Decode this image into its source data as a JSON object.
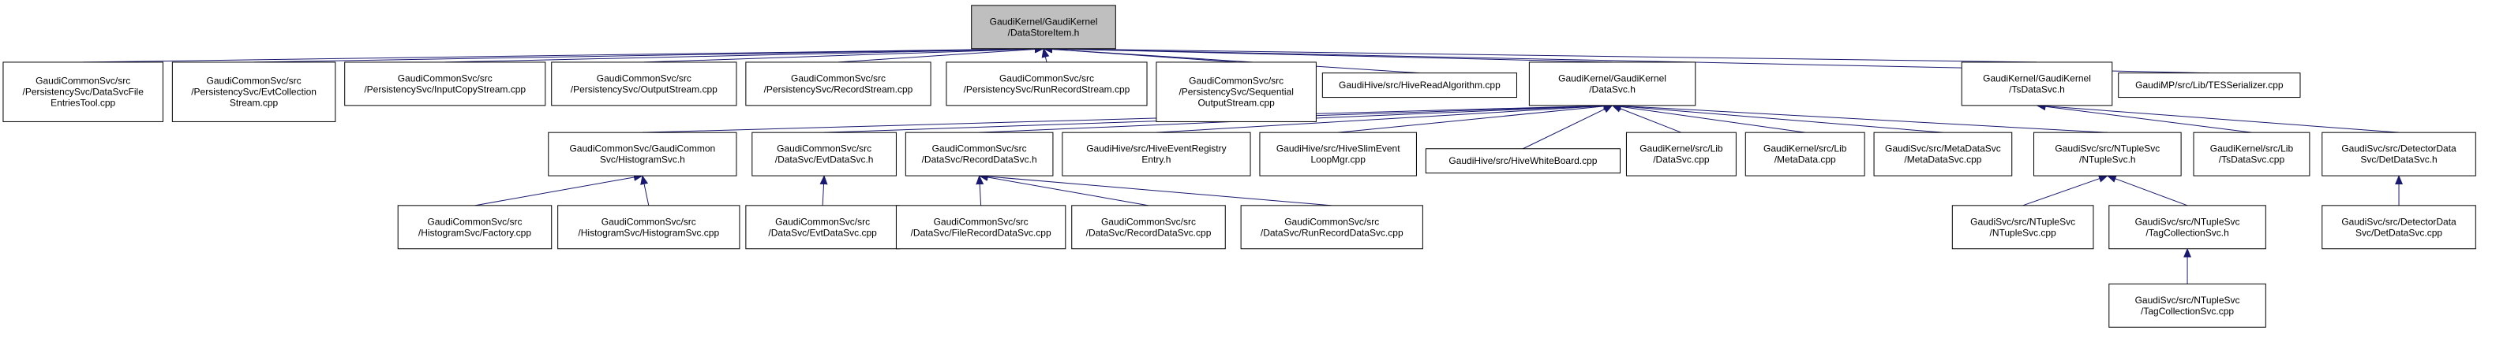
{
  "diagram": {
    "nodes": [
      {
        "id": "root",
        "lines": [
          "GaudiKernel/GaudiKernel",
          "/DataStoreItem.h"
        ],
        "highlight": true
      },
      {
        "id": "n1",
        "lines": [
          "GaudiCommonSvc/src",
          "/PersistencySvc/DataSvcFile",
          "EntriesTool.cpp"
        ]
      },
      {
        "id": "n2",
        "lines": [
          "GaudiCommonSvc/src",
          "/PersistencySvc/EvtCollection",
          "Stream.cpp"
        ]
      },
      {
        "id": "n3",
        "lines": [
          "GaudiCommonSvc/src",
          "/PersistencySvc/InputCopyStream.cpp"
        ]
      },
      {
        "id": "n4",
        "lines": [
          "GaudiCommonSvc/src",
          "/PersistencySvc/OutputStream.cpp"
        ]
      },
      {
        "id": "n5",
        "lines": [
          "GaudiCommonSvc/src",
          "/PersistencySvc/RecordStream.cpp"
        ]
      },
      {
        "id": "n6",
        "lines": [
          "GaudiCommonSvc/src",
          "/PersistencySvc/RunRecordStream.cpp"
        ]
      },
      {
        "id": "n7",
        "lines": [
          "GaudiCommonSvc/src",
          "/PersistencySvc/Sequential",
          "OutputStream.cpp"
        ]
      },
      {
        "id": "n8",
        "lines": [
          "GaudiHive/src/HiveReadAlgorithm.cpp"
        ]
      },
      {
        "id": "n9",
        "lines": [
          "GaudiKernel/GaudiKernel",
          "/DataSvc.h"
        ]
      },
      {
        "id": "n10",
        "lines": [
          "GaudiKernel/GaudiKernel",
          "/TsDataSvc.h"
        ]
      },
      {
        "id": "n11",
        "lines": [
          "GaudiMP/src/Lib/TESSerializer.cpp"
        ]
      },
      {
        "id": "n12",
        "lines": [
          "GaudiCommonSvc/GaudiCommon",
          "Svc/HistogramSvc.h"
        ]
      },
      {
        "id": "n13",
        "lines": [
          "GaudiCommonSvc/src",
          "/DataSvc/EvtDataSvc.h"
        ]
      },
      {
        "id": "n14",
        "lines": [
          "GaudiCommonSvc/src",
          "/DataSvc/RecordDataSvc.h"
        ]
      },
      {
        "id": "n15",
        "lines": [
          "GaudiHive/src/HiveEventRegistry",
          "Entry.h"
        ]
      },
      {
        "id": "n16",
        "lines": [
          "GaudiHive/src/HiveSlimEvent",
          "LoopMgr.cpp"
        ]
      },
      {
        "id": "n17",
        "lines": [
          "GaudiHive/src/HiveWhiteBoard.cpp"
        ]
      },
      {
        "id": "n18",
        "lines": [
          "GaudiKernel/src/Lib",
          "/DataSvc.cpp"
        ]
      },
      {
        "id": "n19",
        "lines": [
          "GaudiKernel/src/Lib",
          "/MetaData.cpp"
        ]
      },
      {
        "id": "n20",
        "lines": [
          "GaudiSvc/src/MetaDataSvc",
          "/MetaDataSvc.cpp"
        ]
      },
      {
        "id": "n21",
        "lines": [
          "GaudiSvc/src/NTupleSvc",
          "/NTupleSvc.h"
        ]
      },
      {
        "id": "n22",
        "lines": [
          "GaudiKernel/src/Lib",
          "/TsDataSvc.cpp"
        ]
      },
      {
        "id": "n23",
        "lines": [
          "GaudiSvc/src/DetectorData",
          "Svc/DetDataSvc.h"
        ]
      },
      {
        "id": "n24",
        "lines": [
          "GaudiCommonSvc/src",
          "/HistogramSvc/Factory.cpp"
        ]
      },
      {
        "id": "n25",
        "lines": [
          "GaudiCommonSvc/src",
          "/HistogramSvc/HistogramSvc.cpp"
        ]
      },
      {
        "id": "n26",
        "lines": [
          "GaudiCommonSvc/src",
          "/DataSvc/EvtDataSvc.cpp"
        ]
      },
      {
        "id": "n27",
        "lines": [
          "GaudiCommonSvc/src",
          "/DataSvc/FileRecordDataSvc.cpp"
        ]
      },
      {
        "id": "n28",
        "lines": [
          "GaudiCommonSvc/src",
          "/DataSvc/RecordDataSvc.cpp"
        ]
      },
      {
        "id": "n29",
        "lines": [
          "GaudiCommonSvc/src",
          "/DataSvc/RunRecordDataSvc.cpp"
        ]
      },
      {
        "id": "n30",
        "lines": [
          "GaudiSvc/src/NTupleSvc",
          "/NTupleSvc.cpp"
        ]
      },
      {
        "id": "n31",
        "lines": [
          "GaudiSvc/src/NTupleSvc",
          "/TagCollectionSvc.h"
        ]
      },
      {
        "id": "n32",
        "lines": [
          "GaudiSvc/src/DetectorData",
          "Svc/DetDataSvc.cpp"
        ]
      },
      {
        "id": "n33",
        "lines": [
          "GaudiSvc/src/NTupleSvc",
          "/TagCollectionSvc.cpp"
        ]
      }
    ],
    "edges": [
      [
        "n1",
        "root"
      ],
      [
        "n2",
        "root"
      ],
      [
        "n3",
        "root"
      ],
      [
        "n4",
        "root"
      ],
      [
        "n5",
        "root"
      ],
      [
        "n6",
        "root"
      ],
      [
        "n7",
        "root"
      ],
      [
        "n8",
        "root"
      ],
      [
        "n9",
        "root"
      ],
      [
        "n10",
        "root"
      ],
      [
        "n11",
        "root"
      ],
      [
        "n12",
        "n9"
      ],
      [
        "n13",
        "n9"
      ],
      [
        "n14",
        "n9"
      ],
      [
        "n15",
        "n9"
      ],
      [
        "n16",
        "n9"
      ],
      [
        "n17",
        "n9"
      ],
      [
        "n18",
        "n9"
      ],
      [
        "n19",
        "n9"
      ],
      [
        "n20",
        "n9"
      ],
      [
        "n21",
        "n9"
      ],
      [
        "n22",
        "n10"
      ],
      [
        "n23",
        "n10"
      ],
      [
        "n24",
        "n12"
      ],
      [
        "n25",
        "n12"
      ],
      [
        "n26",
        "n13"
      ],
      [
        "n27",
        "n14"
      ],
      [
        "n28",
        "n14"
      ],
      [
        "n29",
        "n14"
      ],
      [
        "n30",
        "n21"
      ],
      [
        "n31",
        "n21"
      ],
      [
        "n32",
        "n23"
      ],
      [
        "n33",
        "n31"
      ]
    ],
    "colors": {
      "edge": "#191970",
      "root_fill": "#bfbfbf",
      "node_fill": "#ffffff",
      "node_stroke": "#000000"
    }
  }
}
